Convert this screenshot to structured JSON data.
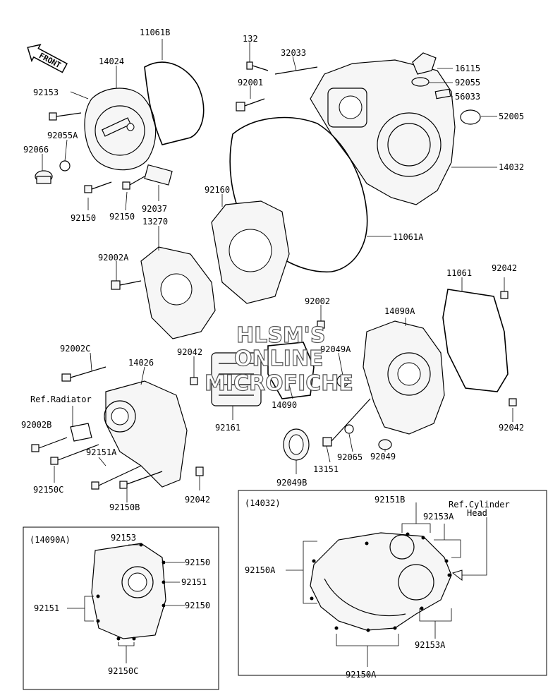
{
  "front_label": "FRONT",
  "watermark": [
    "HLSM'S",
    "ONLINE",
    "MICROFICHE"
  ],
  "callouts": {
    "c11061B": "11061B",
    "c132": "132",
    "c32033": "32033",
    "c14024": "14024",
    "c16115": "16115",
    "c92001": "92001",
    "c92055": "92055",
    "c92153_top": "92153",
    "c56033": "56033",
    "c52005": "52005",
    "c92055A": "92055A",
    "c92066": "92066",
    "c14032": "14032",
    "c92150_a": "92150",
    "c92150_b": "92150",
    "c92037": "92037",
    "c92160": "92160",
    "c13270": "13270",
    "c11061A": "11061A",
    "c92002A": "92002A",
    "c11061": "11061",
    "c92042_tr": "92042",
    "c92002": "92002",
    "c14090A": "14090A",
    "c92002C": "92002C",
    "c92042_mid": "92042",
    "c92049A": "92049A",
    "c14026": "14026",
    "c14090": "14090",
    "c92161": "92161",
    "c92042_r": "92042",
    "c92002B": "92002B",
    "c92151A": "92151A",
    "c92065": "92065",
    "c13151": "13151",
    "c92049": "92049",
    "c92150C_main": "92150C",
    "c92049B": "92049B",
    "c92150B": "92150B",
    "c92042_bot": "92042",
    "ref_radiator": "Ref.Radiator"
  },
  "inset_left": {
    "title": "(14090A)",
    "labels": {
      "top_92153": "92153",
      "r_92150_1": "92150",
      "r_92151": "92151",
      "r_92150_2": "92150",
      "l_92151": "92151",
      "b_92150C": "92150C"
    }
  },
  "inset_right": {
    "title": "(14032)",
    "ref_line1": "Ref.Cylinder",
    "ref_line2": "Head",
    "labels": {
      "top_92151B": "92151B",
      "top_92153A": "92153A",
      "l_92150A": "92150A",
      "r_92153A": "92153A",
      "b_92150A": "92150A"
    }
  }
}
